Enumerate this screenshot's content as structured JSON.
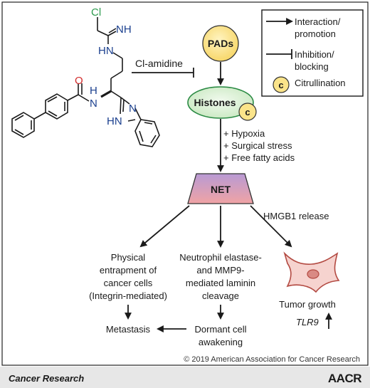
{
  "figure": {
    "nodes": {
      "pads": "PADs",
      "histones": "Histones",
      "citrulline_badge": "c",
      "net": "NET"
    },
    "drug": {
      "name": "Cl-amidine",
      "atoms": {
        "cl": "Cl",
        "nh_imine": "NH",
        "hn_amine": "HN",
        "oxygen": "O",
        "n_amide": "N",
        "h_amide": "H",
        "n_ring": "N",
        "hn_ring": "HN"
      }
    },
    "conditions": [
      "+ Hypoxia",
      "+ Surgical stress",
      "+ Free fatty acids"
    ],
    "release_label": "HMGB1 release",
    "outcomes": {
      "left": [
        "Physical",
        "entrapment of",
        "cancer cells",
        "(Integrin-mediated)"
      ],
      "middle": [
        "Neutrophil elastase-",
        "and MMP9-",
        "mediated laminin",
        "cleavage"
      ],
      "right_growth": "Tumor growth",
      "right_receptor": "TLR9"
    },
    "bottom": {
      "metastasis": "Metastasis",
      "dormant": [
        "Dormant cell",
        "awakening"
      ]
    },
    "legend": {
      "interaction": [
        "Interaction/",
        "promotion"
      ],
      "inhibition": [
        "Inhibition/",
        "blocking"
      ],
      "citrullination_icon": "c",
      "citrullination": "Citrullination"
    },
    "copyright": "© 2019 American Association for Cancer Research"
  },
  "footer": {
    "journal": "Cancer Research",
    "publisher_logo": "AACR"
  },
  "colors": {
    "pads_fill": "#fbe48a",
    "histones_fill": "#dff1d9",
    "histones_stroke": "#2a8a43",
    "net_top": "#b89ad4",
    "net_bottom": "#f0a3a4",
    "cell_fill": "#f6d3cf",
    "cell_stroke": "#b34a42",
    "oxygen": "#d22b2b",
    "nitrogen": "#1a3f8e",
    "chlorine": "#2e9b4e"
  }
}
